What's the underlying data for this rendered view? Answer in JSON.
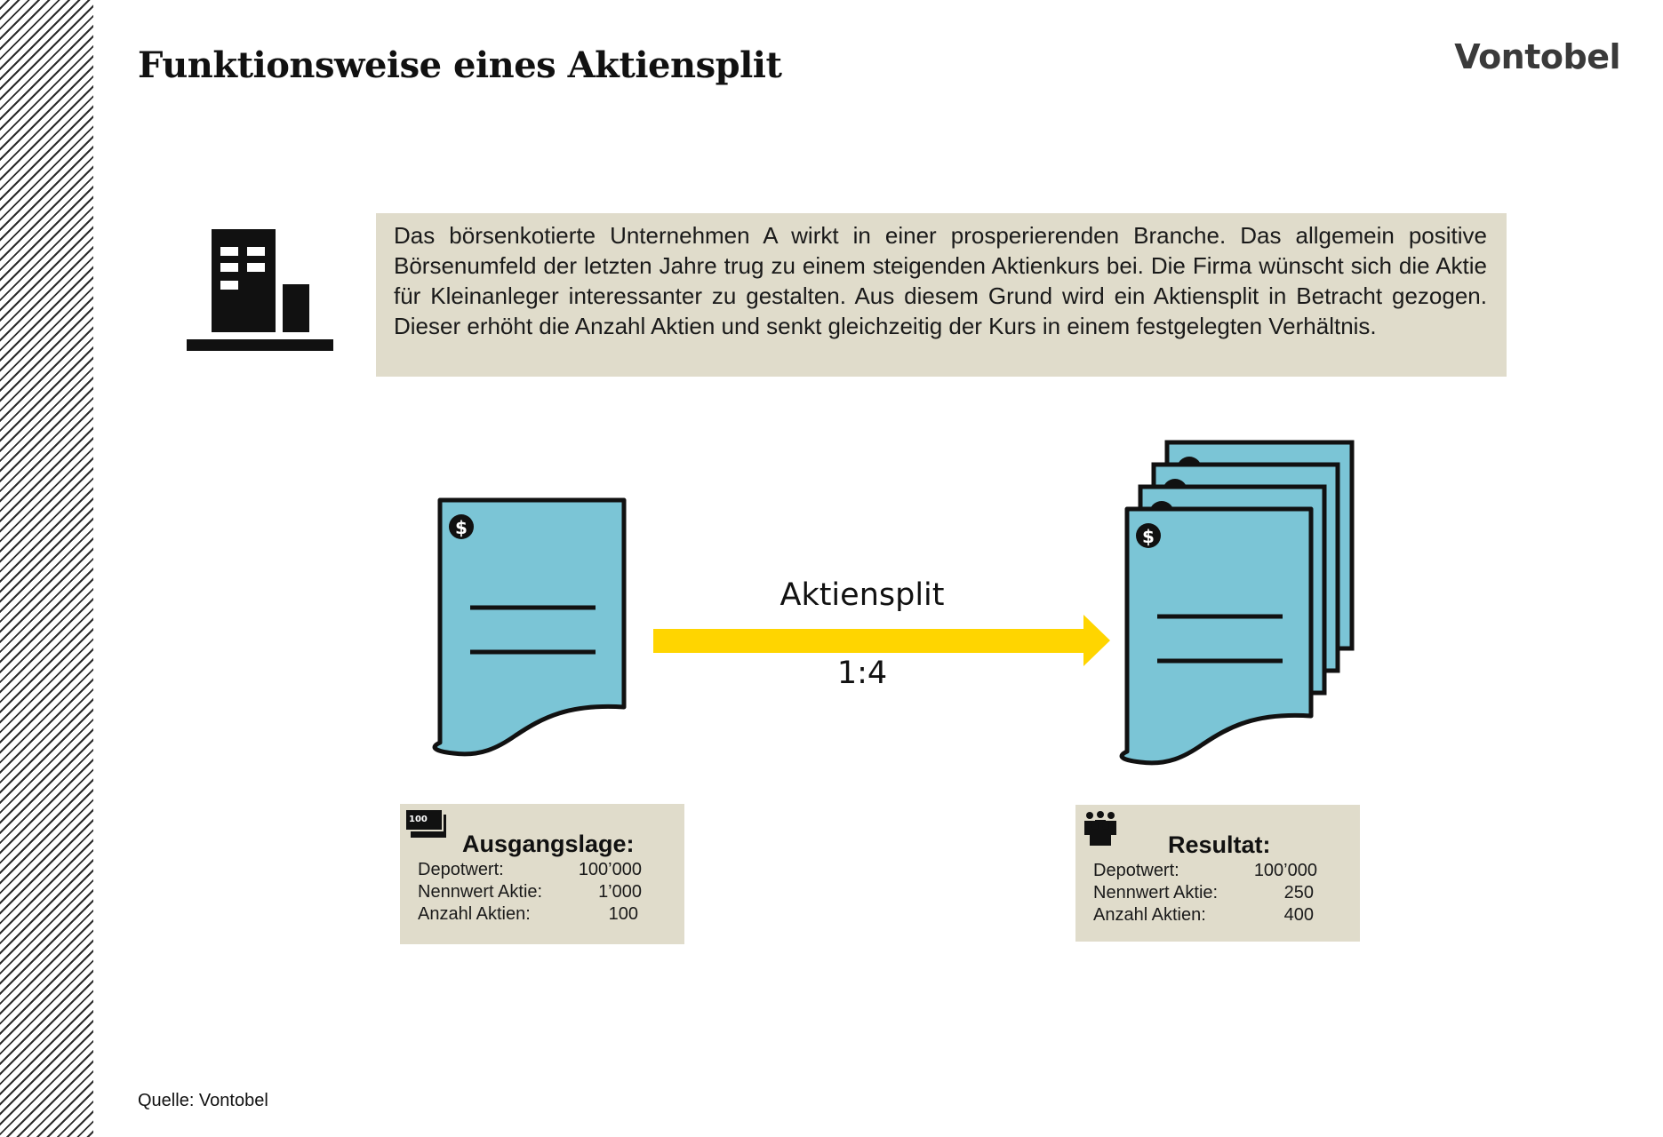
{
  "header": {
    "title": "Funktionsweise eines Aktiensplit",
    "brand": "Vontobel"
  },
  "intro": {
    "text": "Das börsenkotierte Unternehmen A wirkt in einer prosperierenden Branche. Das allgemein positive Börsenumfeld der letzten Jahre trug zu einem steigenden Aktienkurs bei. Die Firma wünscht sich die Aktie für Kleinanleger interessanter zu gestalten. Aus diesem Grund wird ein Aktiensplit in Betracht gezogen. Dieser erhöht die Anzahl Aktien und senkt gleichzeitig der Kurs in einem festgelegten Verhältnis."
  },
  "arrow": {
    "label": "Aktiensplit",
    "ratio": "1:4"
  },
  "before": {
    "title": "Ausgangslage:",
    "icon_text": "100",
    "rows": [
      {
        "label": "Depotwert:",
        "value": "100’000"
      },
      {
        "label": "Nennwert Aktie:",
        "value": "1’000"
      },
      {
        "label": "Anzahl Aktien:",
        "value": "100"
      }
    ]
  },
  "after": {
    "title": "Resultat:",
    "rows": [
      {
        "label": "Depotwert:",
        "value": "100’000"
      },
      {
        "label": "Nennwert Aktie:",
        "value": "250"
      },
      {
        "label": "Anzahl Aktien:",
        "value": "400"
      }
    ]
  },
  "footer": {
    "source": "Quelle: Vontobel"
  },
  "icons": {
    "building": "building-icon",
    "certificate": "share-certificate-icon",
    "money": "banknote-icon",
    "people": "people-group-icon",
    "dollar": "dollar-coin-icon"
  },
  "colors": {
    "panel_bg": "#e0dccb",
    "certificate_fill": "#7bc5d6",
    "arrow": "#ffd500"
  }
}
